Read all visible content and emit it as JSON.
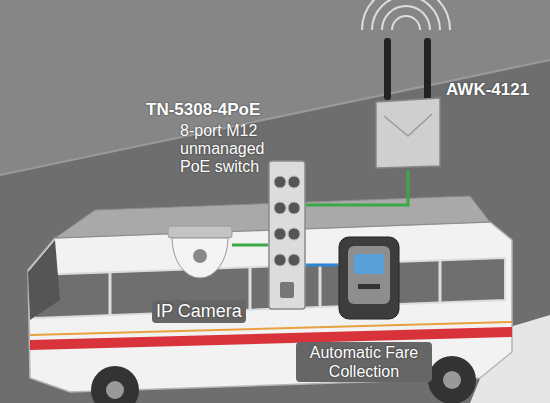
{
  "diagram": {
    "nodes": [
      {
        "text": [
          "TN-5308-4PoE",
          "8-port M12 unmanaged PoE switch"
        ]
      },
      {
        "text": [
          "AWK-4121"
        ]
      },
      {
        "text": [
          "IP Camera"
        ]
      },
      {
        "text": [
          "Automatic Fare Collection"
        ]
      }
    ],
    "edges": [
      {
        "from": 2,
        "to": 0,
        "arrow": "none"
      },
      {
        "from": 0,
        "to": 1,
        "arrow": "none"
      },
      {
        "from": 0,
        "to": 3,
        "arrow": "none"
      }
    ]
  }
}
